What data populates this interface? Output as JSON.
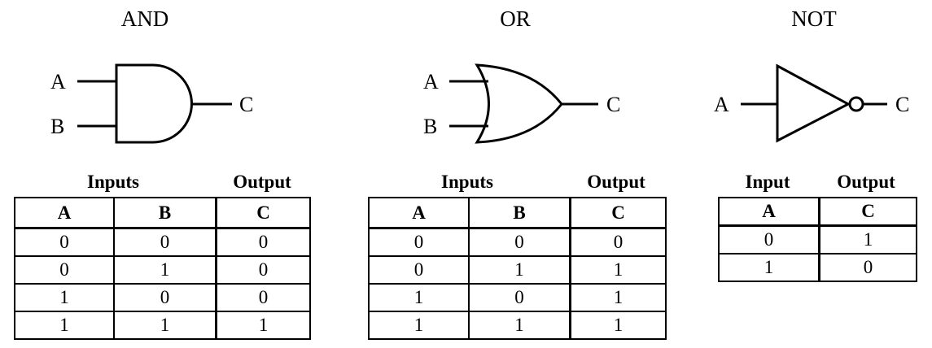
{
  "gates": [
    {
      "title": "AND",
      "inputs": [
        "A",
        "B"
      ],
      "output": "C",
      "headers": {
        "group_inputs": "Inputs",
        "group_output": "Output",
        "columns": [
          "A",
          "B",
          "C"
        ]
      },
      "rows": [
        [
          "0",
          "0",
          "0"
        ],
        [
          "0",
          "1",
          "0"
        ],
        [
          "1",
          "0",
          "0"
        ],
        [
          "1",
          "1",
          "1"
        ]
      ]
    },
    {
      "title": "OR",
      "inputs": [
        "A",
        "B"
      ],
      "output": "C",
      "headers": {
        "group_inputs": "Inputs",
        "group_output": "Output",
        "columns": [
          "A",
          "B",
          "C"
        ]
      },
      "rows": [
        [
          "0",
          "0",
          "0"
        ],
        [
          "0",
          "1",
          "1"
        ],
        [
          "1",
          "0",
          "1"
        ],
        [
          "1",
          "1",
          "1"
        ]
      ]
    },
    {
      "title": "NOT",
      "inputs": [
        "A"
      ],
      "output": "C",
      "headers": {
        "group_inputs": "Input",
        "group_output": "Output",
        "columns": [
          "A",
          "C"
        ]
      },
      "rows": [
        [
          "0",
          "1"
        ],
        [
          "1",
          "0"
        ]
      ]
    }
  ]
}
